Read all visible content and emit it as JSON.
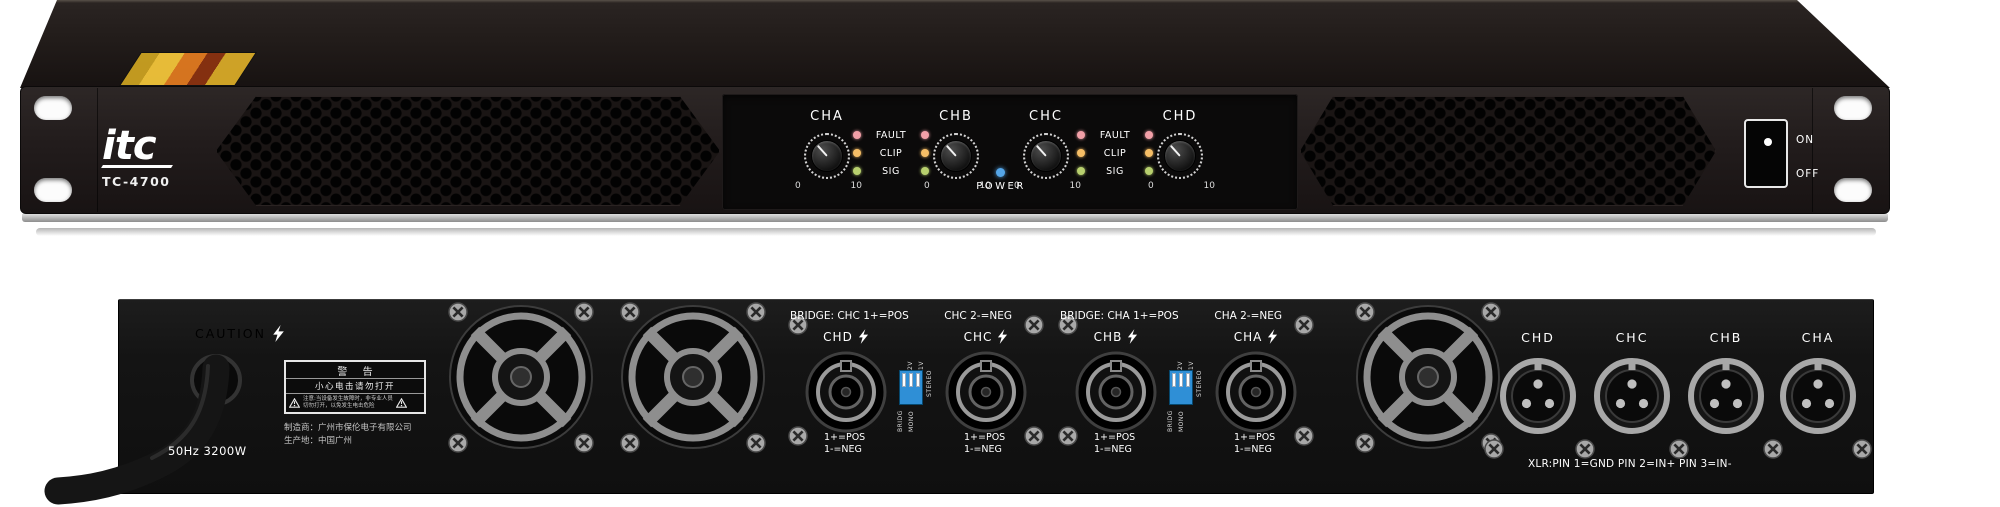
{
  "front": {
    "brand": "itc",
    "model": "TC-4700",
    "channels": [
      {
        "label": "CHA",
        "scale_min": "0",
        "scale_max": "10"
      },
      {
        "label": "CHB",
        "scale_min": "0",
        "scale_max": "10"
      },
      {
        "label": "CHC",
        "scale_min": "0",
        "scale_max": "10"
      },
      {
        "label": "CHD",
        "scale_min": "0",
        "scale_max": "10"
      }
    ],
    "led_labels": [
      "FAULT",
      "CLIP",
      "SIG"
    ],
    "power_label": "POWER",
    "switch_on_label": "ON",
    "switch_off_label": "OFF",
    "colors": {
      "fault_led": "#f2a0a8",
      "clip_led": "#f6be66",
      "sig_led": "#b8d06e",
      "power_led": "#55a6e8"
    }
  },
  "rear": {
    "caution_label": "CAUTION",
    "power_rating": "50Hz 3200W",
    "warning": {
      "title": "警 告",
      "subtitle": "小心电击请勿打开",
      "note_prefix": "注意:",
      "note_line1": "当设备发生故障时，非专业人员",
      "note_line2": "切勿打开，以免发生电击危险"
    },
    "maker_line1": "制造商：广州市保伦电子有限公司",
    "maker_line2": "生产地：中国广州",
    "bridge_group_1": {
      "left": "BRIDGE: CHC 1+=POS",
      "right": "CHC 2-=NEG"
    },
    "bridge_group_2": {
      "left": "BRIDGE: CHA 1+=POS",
      "right": "CHA 2-=NEG"
    },
    "outputs": [
      {
        "channel": "CHD",
        "pos": "1+=POS",
        "neg": "1-=NEG"
      },
      {
        "channel": "CHC",
        "pos": "1+=POS",
        "neg": "1-=NEG"
      },
      {
        "channel": "CHB",
        "pos": "1+=POS",
        "neg": "1-=NEG"
      },
      {
        "channel": "CHA",
        "pos": "1+=POS",
        "neg": "1-=NEG"
      }
    ],
    "dip_top_labels": [
      "2V",
      "1V"
    ],
    "dip_mode_labels": [
      "BRIDG",
      "MONO",
      "STEREO"
    ],
    "inputs": [
      "CHD",
      "CHC",
      "CHB",
      "CHA"
    ],
    "xlr_note": "XLR:PIN 1=GND PIN 2=IN+ PIN 3=IN-"
  }
}
